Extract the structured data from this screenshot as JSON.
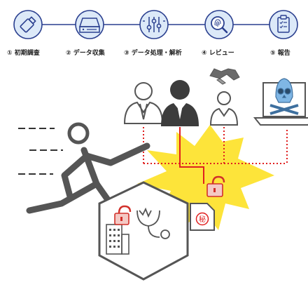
{
  "process": {
    "steps": [
      {
        "label": "① 初期調査",
        "icon": "usb-drive-icon"
      },
      {
        "label": "② データ収集",
        "icon": "hard-drive-icon"
      },
      {
        "label": "③ データ処理・解析",
        "icon": "equalizer-sliders-icon"
      },
      {
        "label": "④ レビュー",
        "icon": "fingerprint-search-icon"
      },
      {
        "label": "⑤ 報告",
        "icon": "clipboard-checklist-icon"
      }
    ]
  },
  "illustration": {
    "secret_doc_mark": "秘",
    "colors": {
      "step_circle_fill": "#dce9f8",
      "step_circle_stroke": "#2a3f8f",
      "connector_line": "#2a3f8f",
      "figure_outline": "#555555",
      "figure_dark": "#3c3c3c",
      "explosion": "#fde43a",
      "red_line": "#e02020",
      "lock_red": "#d2302a",
      "lock_fill": "#f4c9c4",
      "skull_blue": "#7fb6e5"
    }
  }
}
